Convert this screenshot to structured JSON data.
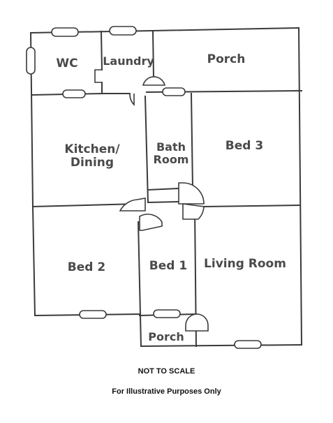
{
  "rooms": {
    "wc": "WC",
    "laundry": "Laundry",
    "porch_top": "Porch",
    "kitchen_line1": "Kitchen/",
    "kitchen_line2": "Dining",
    "bath_line1": "Bath",
    "bath_line2": "Room",
    "bed3": "Bed 3",
    "bed2": "Bed 2",
    "bed1": "Bed 1",
    "living": "Living Room",
    "porch_bottom": "Porch"
  },
  "notes": {
    "scale": "NOT TO SCALE",
    "illustrative": "For Illustrative Purposes Only"
  }
}
